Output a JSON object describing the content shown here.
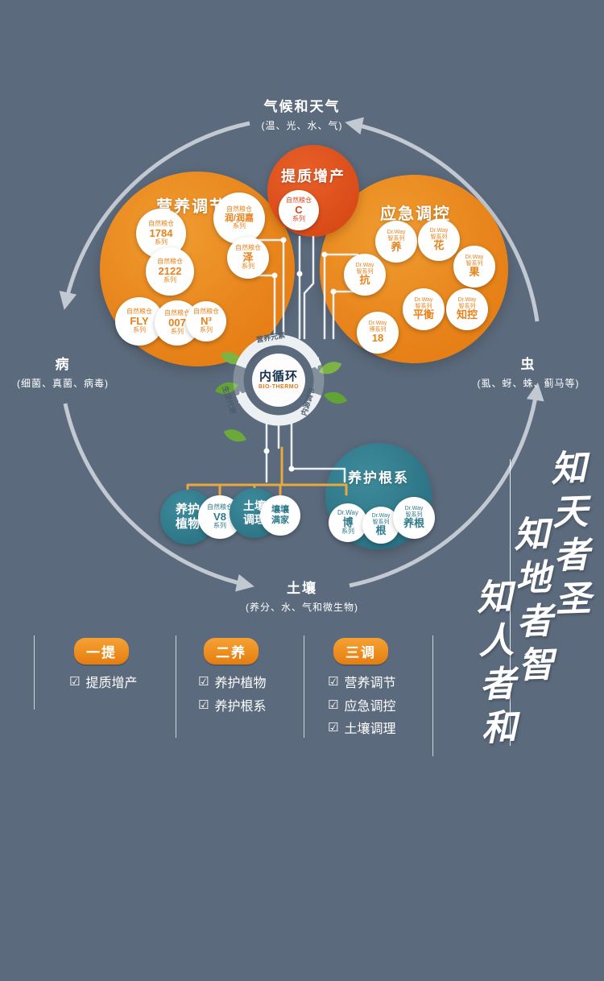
{
  "cycle": {
    "top": {
      "title": "气候和天气",
      "subtitle": "(温、光、水、气)"
    },
    "right": {
      "title": "虫",
      "subtitle": "(虱、蚜、蛛、蓟马等)"
    },
    "bottom": {
      "title": "土壤",
      "subtitle": "(养分、水、气和微生物)"
    },
    "left": {
      "title": "病",
      "subtitle": "(细菌、真菌、病毒)"
    }
  },
  "hub": {
    "title": "内循环",
    "subtitle": "BIO-THERMO",
    "ring_labels": {
      "top": "营养元素",
      "left": "生理代谢",
      "right": "内源调节"
    }
  },
  "clusters": {
    "quality": "提质增产",
    "nutrition": "营养调节",
    "emergency": "应急调控",
    "roots": "养护根系",
    "plants": "养护植物",
    "soil": "土壤调理"
  },
  "products": {
    "quality": {
      "brand": "自然粮仓",
      "name": "C",
      "suffix": "系列"
    },
    "nutrition": [
      {
        "brand": "自然粮仓",
        "name": "1784",
        "suffix": "系列"
      },
      {
        "brand": "自然粮仓",
        "name": "润/润嘉",
        "suffix": "系列"
      },
      {
        "brand": "自然粮仓",
        "name": "2122",
        "suffix": "系列"
      },
      {
        "brand": "自然粮仓",
        "name": "泽",
        "suffix": "系列"
      },
      {
        "brand": "自然粮仓",
        "name": "FLY",
        "suffix": "系列"
      },
      {
        "brand": "自然粮仓",
        "name": "007",
        "suffix": "系列"
      },
      {
        "brand": "自然粮仓",
        "name": "N³",
        "suffix": "系列"
      }
    ],
    "emergency": [
      {
        "brand": "Dr.Way",
        "series": "智系列",
        "name": "养"
      },
      {
        "brand": "Dr.Way",
        "series": "智系列",
        "name": "花"
      },
      {
        "brand": "Dr.Way",
        "series": "智系列",
        "name": "果"
      },
      {
        "brand": "Dr.Way",
        "series": "智系列",
        "name": "抗"
      },
      {
        "brand": "Dr.Way",
        "series": "智系列",
        "name": "平衡"
      },
      {
        "brand": "Dr.Way",
        "series": "智系列",
        "name": "知控"
      },
      {
        "brand": "Dr.Way",
        "series": "博系列",
        "name": "18"
      }
    ],
    "roots": [
      {
        "brand": "Dr.Way",
        "name": "博",
        "suffix": "系列"
      },
      {
        "brand": "Dr.Way",
        "series": "智系列",
        "name": "根"
      },
      {
        "brand": "Dr.Way",
        "series": "智系列",
        "name": "养根"
      }
    ],
    "plants": {
      "brand": "自然粮仓",
      "name": "V8",
      "suffix": "系列"
    },
    "soil": {
      "line1": "壤壤",
      "line2": "满家"
    }
  },
  "legend": {
    "check": "☑",
    "groups": [
      {
        "button": "一提",
        "items": [
          "提质增产"
        ]
      },
      {
        "button": "二养",
        "items": [
          "养护植物",
          "养护根系"
        ]
      },
      {
        "button": "三调",
        "items": [
          "营养调节",
          "应急调控",
          "土壤调理"
        ]
      }
    ]
  },
  "calligraphy": [
    "知天者圣",
    "知地者智",
    "知人者和"
  ],
  "colors": {
    "background": "#5b6a7c",
    "orange": "#e8821a",
    "red": "#d8481b",
    "teal": "#2d7a8b",
    "yellow_line": "#eaa83e"
  }
}
